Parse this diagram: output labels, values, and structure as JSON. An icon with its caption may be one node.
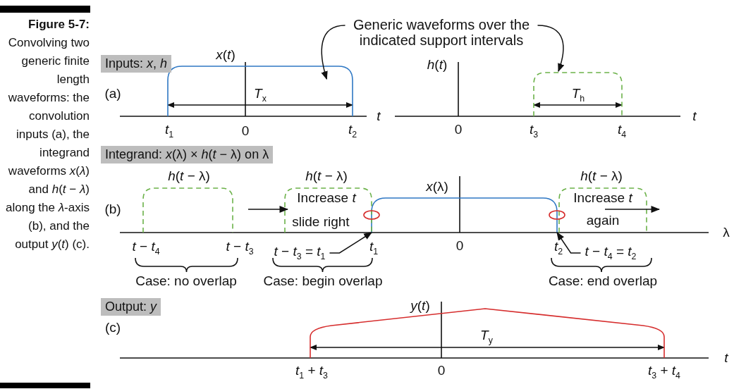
{
  "diagram": {
    "caption": "**Figure 5-7:** Convolving two generic finite length waveforms: the convolution inputs (a), the integrand waveforms *x*(*λ*) and *h*(*t* − *λ*) along the *λ*-axis (b), and the output *y*(*t*) (c).",
    "nodes": [
      {
        "text": [
          "Generic waveforms over the indicated support intervals"
        ]
      },
      {
        "text": [],
        "shape": "curve"
      },
      {
        "text": [],
        "shape": "curve"
      },
      {
        "text": [],
        "shape": "curve"
      },
      {
        "text": [
          "*t* − *t*$_{3}$ = *t*$_{1}$"
        ]
      },
      {
        "text": [
          "*t* − *t*$_{4}$ = *t*$_{2}$"
        ]
      }
    ],
    "edges": [
      {
        "from": 0,
        "to": 1,
        "arrow": "to"
      },
      {
        "from": 0,
        "to": 2,
        "arrow": "to"
      },
      {
        "from": 4,
        "to": 3,
        "arrow": "to"
      },
      {
        "from": 5,
        "to": 3,
        "arrow": "to"
      }
    ],
    "labels": [
      "Inputs: *x*, *h*",
      "*x*(*t*)",
      "(a)",
      "*T*$_{x}$",
      "*t*",
      "*t*$_{1}$",
      "0",
      "*t*$_{2}$",
      "*h*(*t*)",
      "*T*$_{h}$",
      "*t*",
      "0",
      "*t*$_{3}$",
      "*t*$_{4}$",
      "Integrand: *x*(λ) × *h*(*t* − λ) on λ",
      "*h*(*t* − λ)",
      "*h*(*t* − λ)",
      "*h*(*t* − λ)",
      "(b)",
      "*x*(λ)",
      "Increase *t*",
      "slide right",
      "Increase *t*",
      "again",
      "λ",
      "*t* − *t*$_{4}$",
      "*t* − *t*$_{3}$",
      "*t*$_{1}$",
      "0",
      "*t*$_{2}$",
      "Case: no overlap",
      "Case: begin overlap",
      "Case: end overlap",
      "Output: *y*",
      "*y*(*t*)",
      "(c)",
      "*T*$_{y}$",
      "*t*$_{1}$ + *t*$_{3}$",
      "0",
      "*t*$_{3}$ + *t*$_{4}$",
      "*t*"
    ]
  }
}
